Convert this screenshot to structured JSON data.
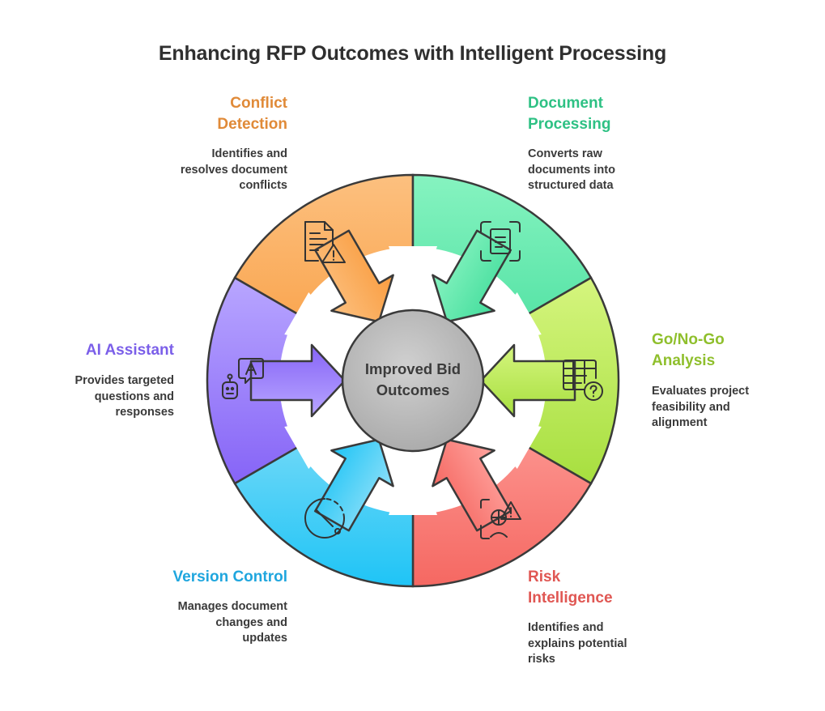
{
  "title": "Enhancing RFP Outcomes with Intelligent Processing",
  "center": {
    "line1": "Improved Bid",
    "line2": "Outcomes"
  },
  "segments": [
    {
      "id": "conflict",
      "title_lines": [
        "Conflict",
        "Detection"
      ],
      "desc_lines": [
        "Identifies and",
        "resolves document",
        "conflicts"
      ],
      "color": "#e8913a",
      "icon": "document-warning-icon"
    },
    {
      "id": "document",
      "title_lines": [
        "Document",
        "Processing"
      ],
      "desc_lines": [
        "Converts raw",
        "documents into",
        "structured data"
      ],
      "color": "#2fbf7f",
      "icon": "document-scan-icon"
    },
    {
      "id": "gonogo",
      "title_lines": [
        "Go/No-Go",
        "Analysis"
      ],
      "desc_lines": [
        "Evaluates project",
        "feasibility and",
        "alignment"
      ],
      "color": "#8cbf2a",
      "icon": "table-question-icon"
    },
    {
      "id": "risk",
      "title_lines": [
        "Risk",
        "Intelligence"
      ],
      "desc_lines": [
        "Identifies and",
        "explains potential",
        "risks"
      ],
      "color": "#e05a56",
      "icon": "chart-warning-icon"
    },
    {
      "id": "version",
      "title_lines": [
        "Version Control"
      ],
      "desc_lines": [
        "Manages document",
        "changes and",
        "updates"
      ],
      "color": "#22a8dd",
      "icon": "clock-dashed-icon"
    },
    {
      "id": "ai",
      "title_lines": [
        "AI Assistant"
      ],
      "desc_lines": [
        "Provides targeted",
        "questions and",
        "responses"
      ],
      "color": "#7a5ee8",
      "icon": "robot-chat-icon"
    }
  ]
}
